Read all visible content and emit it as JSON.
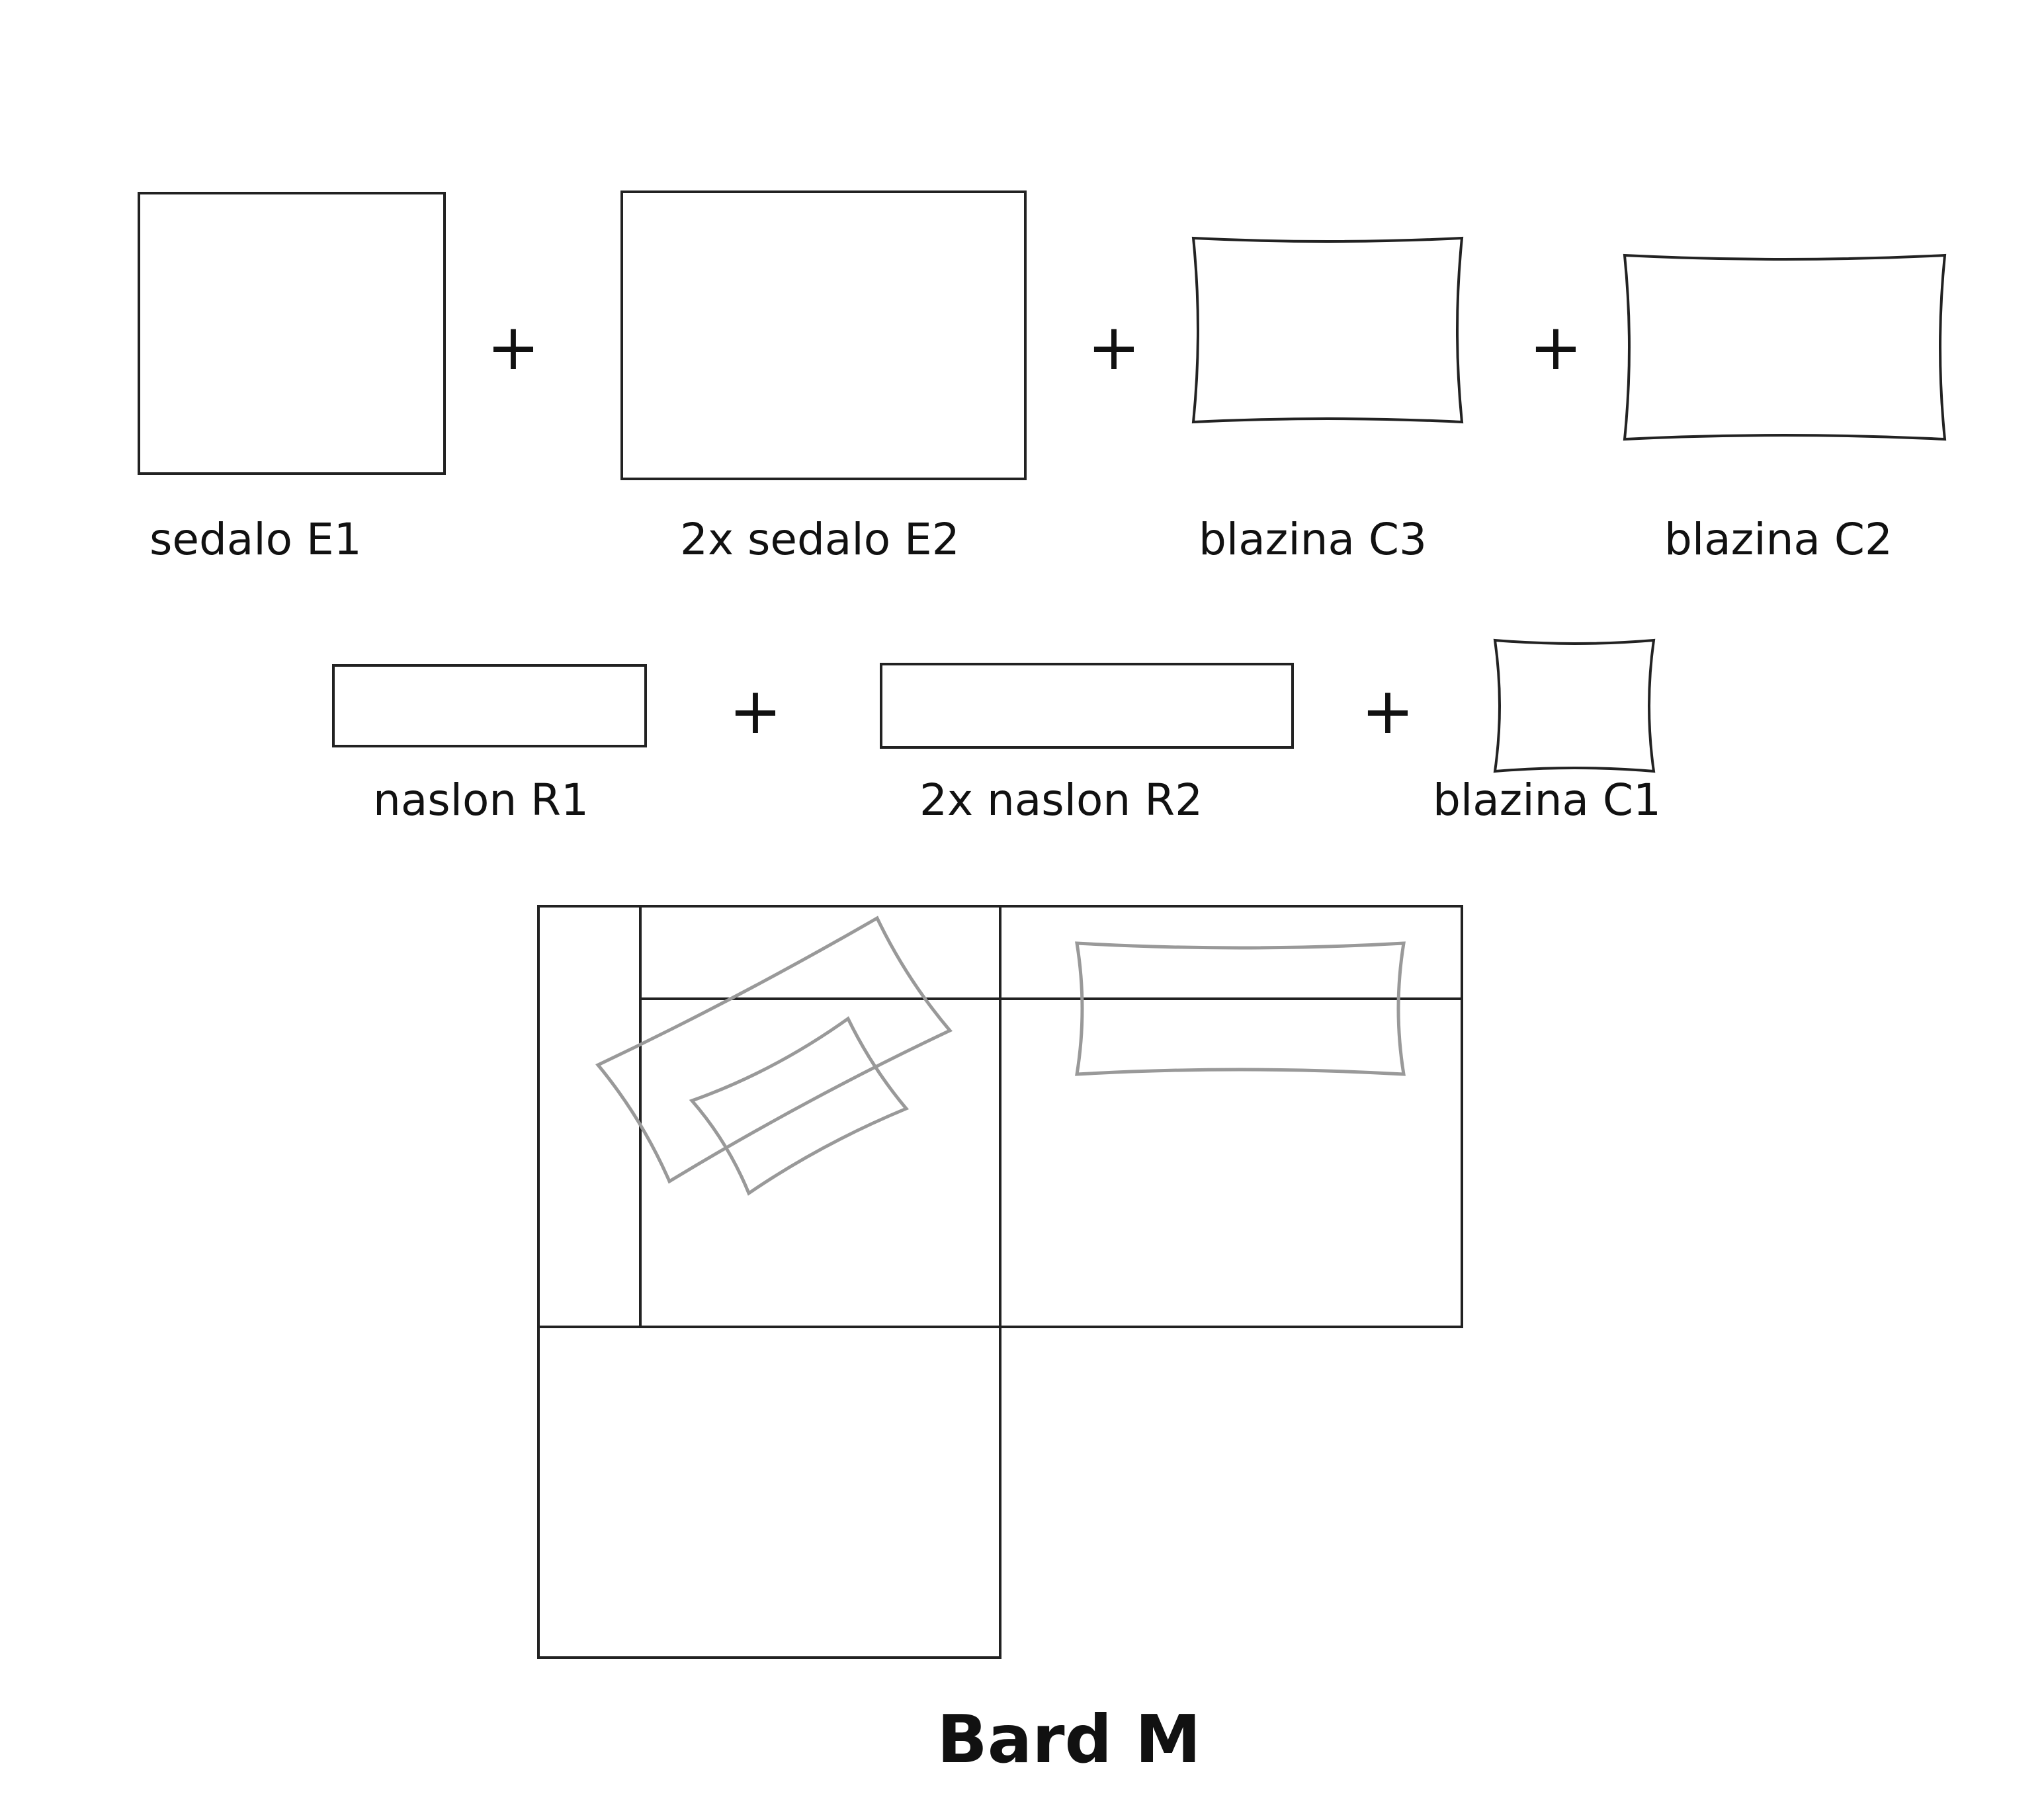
{
  "parts_row1": [
    {
      "label": "sedalo E1"
    },
    {
      "label": "2x sedalo E2"
    },
    {
      "label": "blazina C3"
    },
    {
      "label": "blazina C2"
    }
  ],
  "parts_row2": [
    {
      "label": "naslon R1"
    },
    {
      "label": "2x naslon R2"
    },
    {
      "label": "blazina C1"
    }
  ],
  "plus_sign": "+",
  "title": "Bard M"
}
